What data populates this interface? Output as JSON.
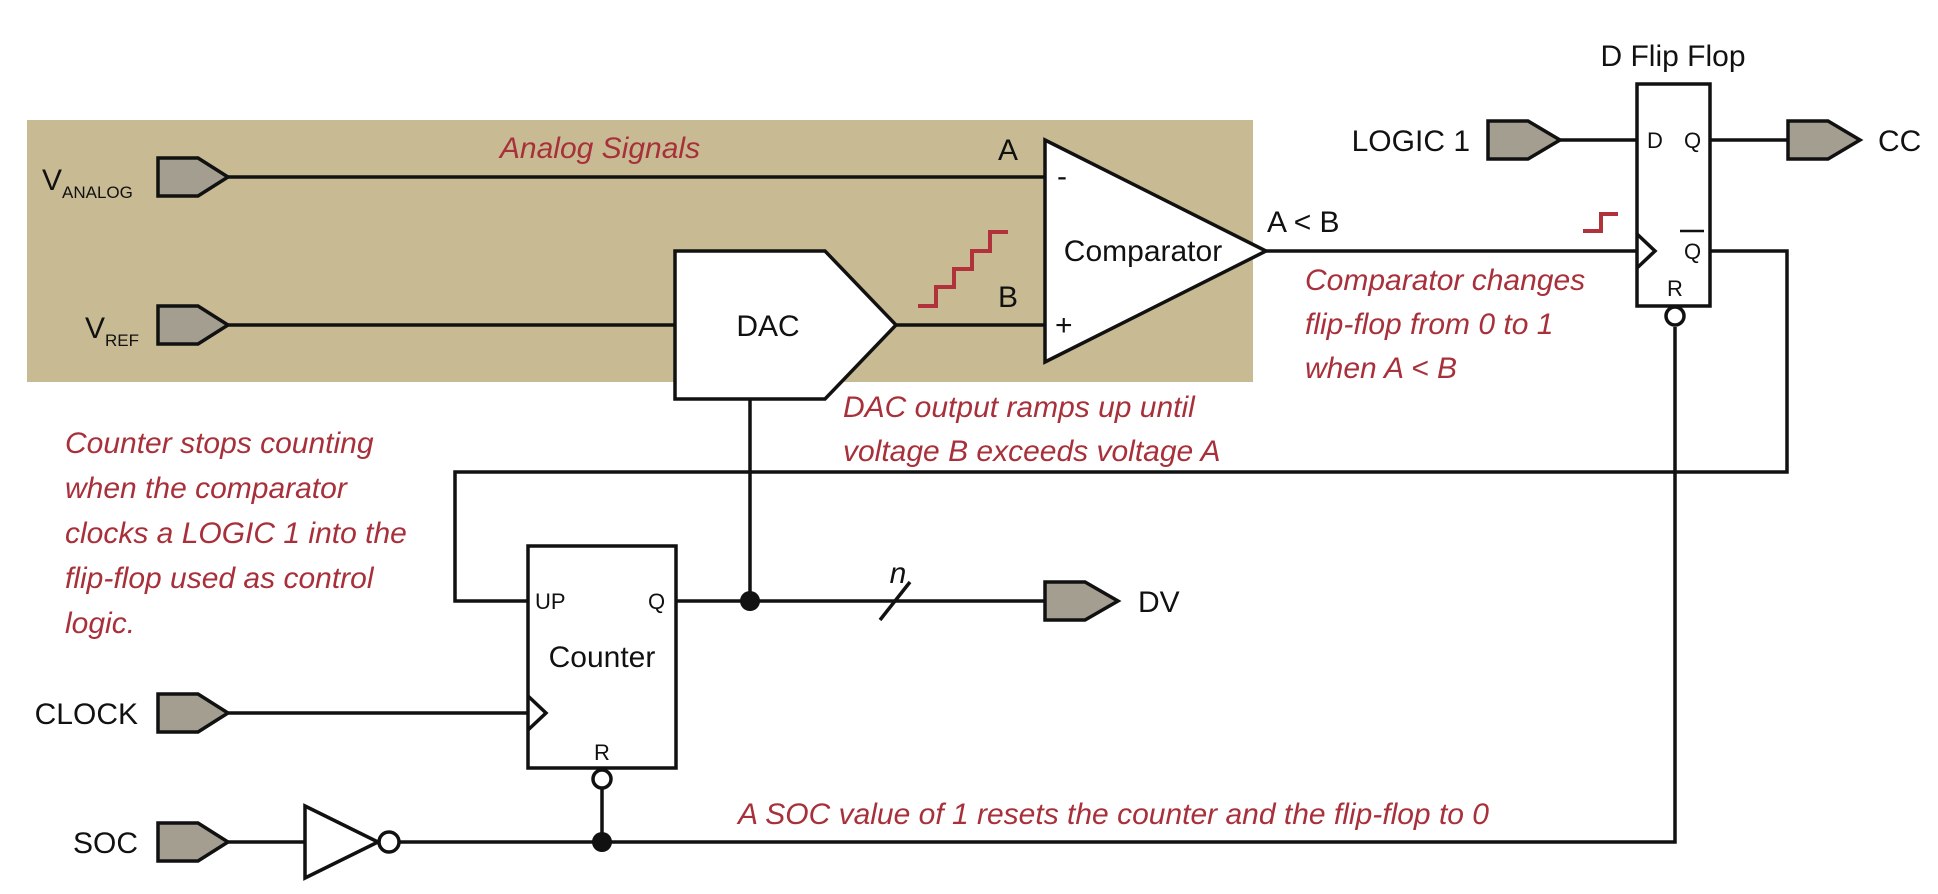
{
  "ports": {
    "v_analog": {
      "main": "V",
      "sub": "ANALOG"
    },
    "v_ref": {
      "main": "V",
      "sub": "REF"
    },
    "clock": "CLOCK",
    "soc": "SOC",
    "logic1": "LOGIC 1",
    "cc": "CC",
    "dv": "DV"
  },
  "blocks": {
    "dac": "DAC",
    "comparator": "Comparator",
    "comparator_minus": "-",
    "comparator_plus": "+",
    "counter": "Counter",
    "counter_up": "UP",
    "counter_q": "Q",
    "counter_r": "R",
    "flipflop_title": "D Flip Flop",
    "ff_d": "D",
    "ff_q": "Q",
    "ff_qbar": "Q",
    "ff_r": "R"
  },
  "signals": {
    "a": "A",
    "b": "B",
    "a_lt_b": "A < B",
    "bus_width": "n"
  },
  "notes": {
    "analog_signals": "Analog Signals",
    "comparator_note": [
      "Comparator changes",
      "flip-flop from 0 to 1",
      "when A < B"
    ],
    "dac_note": [
      "DAC output ramps up until",
      "voltage B exceeds voltage A"
    ],
    "counter_note": [
      "Counter stops counting",
      "when the comparator",
      "clocks a LOGIC 1 into the",
      "flip-flop used as control",
      "logic."
    ],
    "soc_note": "A SOC value of 1 resets the counter and the flip-flop to 0"
  },
  "colors": {
    "analog_region": "#c8bb93",
    "note_text": "#a8303a",
    "port_fill": "#a39e90"
  }
}
